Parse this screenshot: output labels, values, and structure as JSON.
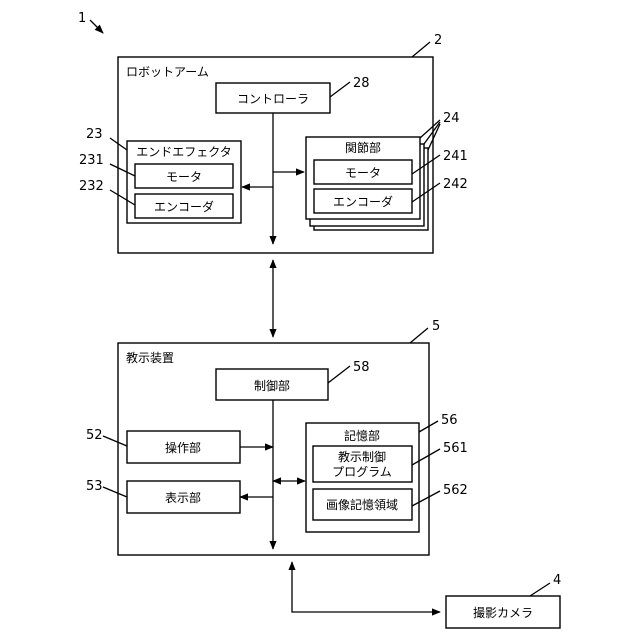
{
  "figure": {
    "ref_system": "1",
    "robot_arm": {
      "ref": "2",
      "title": "ロボットアーム",
      "controller": {
        "ref": "28",
        "label": "コントローラ"
      },
      "end_effector": {
        "ref": "23",
        "title": "エンドエフェクタ",
        "motor": {
          "ref": "231",
          "label": "モータ"
        },
        "encoder": {
          "ref": "232",
          "label": "エンコーダ"
        }
      },
      "joint": {
        "ref": "24",
        "title": "関節部",
        "motor": {
          "ref": "241",
          "label": "モータ"
        },
        "encoder": {
          "ref": "242",
          "label": "エンコーダ"
        }
      }
    },
    "teaching_device": {
      "ref": "5",
      "title": "教示装置",
      "control": {
        "ref": "58",
        "label": "制御部"
      },
      "operation": {
        "ref": "52",
        "label": "操作部"
      },
      "display": {
        "ref": "53",
        "label": "表示部"
      },
      "storage": {
        "ref": "56",
        "title": "記憶部",
        "program": {
          "ref": "561",
          "label_line1": "教示制御",
          "label_line2": "プログラム"
        },
        "image_area": {
          "ref": "562",
          "label": "画像記憶領域"
        }
      }
    },
    "camera": {
      "ref": "4",
      "label": "撮影カメラ"
    }
  }
}
